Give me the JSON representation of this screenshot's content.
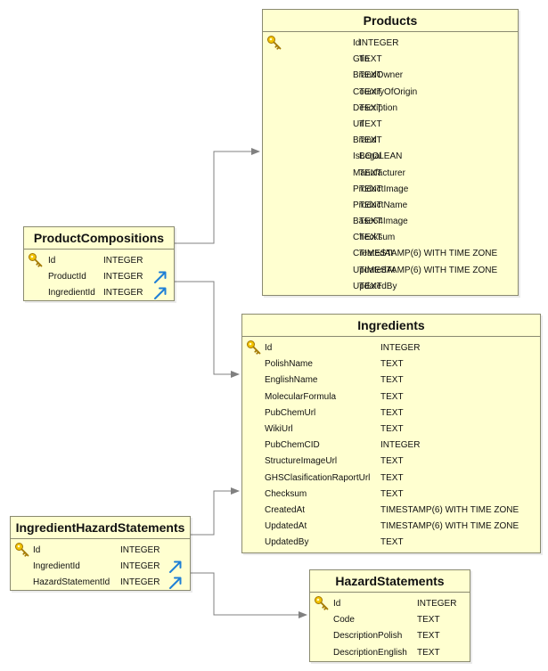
{
  "colors": {
    "entity_fill": "#ffffd0",
    "entity_border": "#8a8a70",
    "connector": "#808080",
    "key_icon": "#d9a400",
    "fk_icon": "#1e7fd6"
  },
  "products": {
    "title": "Products",
    "columns": [
      {
        "name": "Id",
        "type": "INTEGER",
        "icon": "key-icon"
      },
      {
        "name": "Gtin",
        "type": "TEXT"
      },
      {
        "name": "BrandOwner",
        "type": "TEXT"
      },
      {
        "name": "CountryOfOrigin",
        "type": "TEXT"
      },
      {
        "name": "Description",
        "type": "TEXT"
      },
      {
        "name": "Url",
        "type": "TEXT"
      },
      {
        "name": "Brand",
        "type": "TEXT"
      },
      {
        "name": "IsLegal",
        "type": "BOOLEAN"
      },
      {
        "name": "Manufacturer",
        "type": "TEXT"
      },
      {
        "name": "ProductImage",
        "type": "TEXT"
      },
      {
        "name": "ProductName",
        "type": "TEXT"
      },
      {
        "name": "Base64Image",
        "type": "TEXT"
      },
      {
        "name": "Checksum",
        "type": "TEXT"
      },
      {
        "name": "CreatedAt",
        "type": "TIMESTAMP(6) WITH TIME ZONE"
      },
      {
        "name": "UpdatedAt",
        "type": "TIMESTAMP(6) WITH TIME ZONE"
      },
      {
        "name": "UpdatedBy",
        "type": "TEXT"
      }
    ]
  },
  "product_compositions": {
    "title": "ProductCompositions",
    "columns": [
      {
        "name": "Id",
        "type": "INTEGER",
        "icon": "key-icon"
      },
      {
        "name": "ProductId",
        "type": "INTEGER",
        "icon": "foreign-key-arrow-icon"
      },
      {
        "name": "IngredientId",
        "type": "INTEGER",
        "icon": "foreign-key-arrow-icon"
      }
    ]
  },
  "ingredients": {
    "title": "Ingredients",
    "columns": [
      {
        "name": "Id",
        "type": "INTEGER",
        "icon": "key-icon"
      },
      {
        "name": "PolishName",
        "type": "TEXT"
      },
      {
        "name": "EnglishName",
        "type": "TEXT"
      },
      {
        "name": "MolecularFormula",
        "type": "TEXT"
      },
      {
        "name": "PubChemUrl",
        "type": "TEXT"
      },
      {
        "name": "WikiUrl",
        "type": "TEXT"
      },
      {
        "name": "PubChemCID",
        "type": "INTEGER"
      },
      {
        "name": "StructureImageUrl",
        "type": "TEXT"
      },
      {
        "name": "GHSClasificationRaportUrl",
        "type": "TEXT"
      },
      {
        "name": "Checksum",
        "type": "TEXT"
      },
      {
        "name": "CreatedAt",
        "type": "TIMESTAMP(6) WITH TIME ZONE"
      },
      {
        "name": "UpdatedAt",
        "type": "TIMESTAMP(6) WITH TIME ZONE"
      },
      {
        "name": "UpdatedBy",
        "type": "TEXT"
      }
    ]
  },
  "ingredient_hazard_statements": {
    "title": "IngredientHazardStatements",
    "columns": [
      {
        "name": "Id",
        "type": "INTEGER",
        "icon": "key-icon"
      },
      {
        "name": "IngredientId",
        "type": "INTEGER",
        "icon": "foreign-key-arrow-icon"
      },
      {
        "name": "HazardStatementId",
        "type": "INTEGER",
        "icon": "foreign-key-arrow-icon"
      }
    ]
  },
  "hazard_statements": {
    "title": "HazardStatements",
    "columns": [
      {
        "name": "Id",
        "type": "INTEGER",
        "icon": "key-icon"
      },
      {
        "name": "Code",
        "type": "TEXT"
      },
      {
        "name": "DescriptionPolish",
        "type": "TEXT"
      },
      {
        "name": "DescriptionEnglish",
        "type": "TEXT"
      }
    ]
  }
}
